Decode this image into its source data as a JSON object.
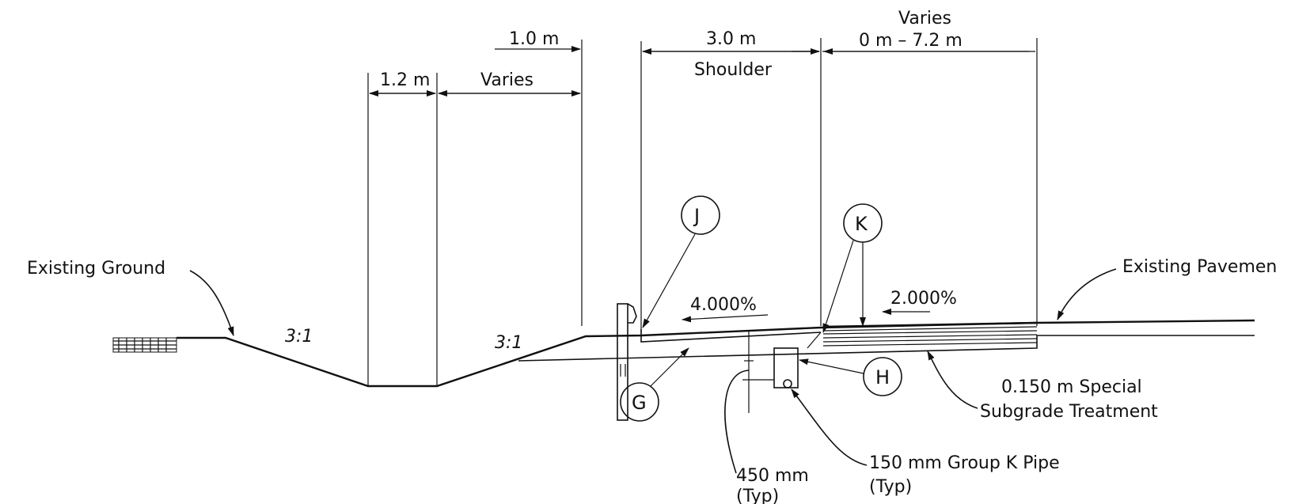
{
  "dimensions": {
    "one_m": "1.0 m",
    "one_two_m": "1.2 m",
    "varies_left": "Varies",
    "three_m": "3.0 m",
    "shoulder": "Shoulder",
    "varies_top": "Varies",
    "range": "0 m – 7.2 m"
  },
  "labels": {
    "existing_ground": "Existing Ground",
    "existing_pavement": "Existing Pavemen",
    "subgrade_line1": "0.150 m Special",
    "subgrade_line2": "Subgrade Treatment",
    "pipe_line1": "150 mm Group K Pipe",
    "pipe_line2": "(Typ)",
    "depth_line1": "450 mm",
    "depth_line2": "(Typ)"
  },
  "slopes": {
    "left": "3:1",
    "right": "3:1",
    "shoulder_grade": "4.000%",
    "pavement_grade": "2.000%"
  },
  "callouts": {
    "J": "J",
    "K": "K",
    "H": "H",
    "G": "G"
  }
}
